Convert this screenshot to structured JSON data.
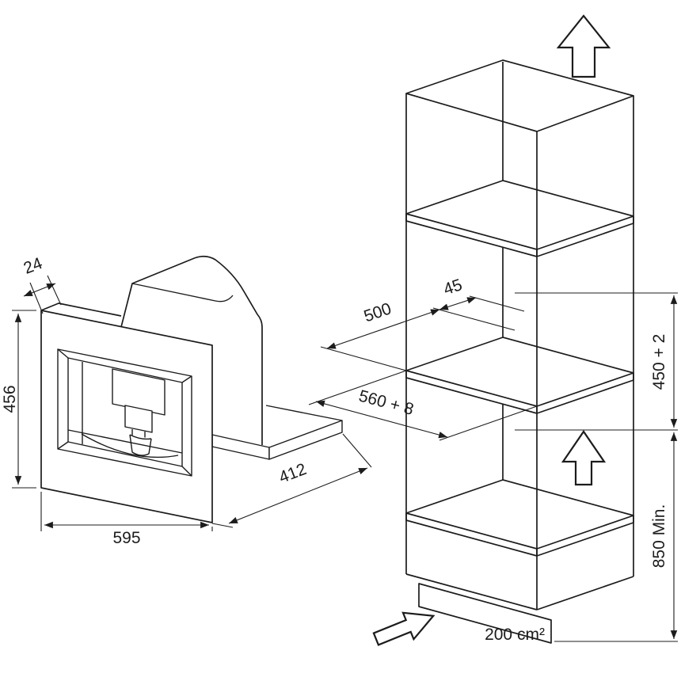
{
  "dims": {
    "frame_depth": "24",
    "front_height": "456",
    "front_width": "595",
    "total_depth": "412",
    "niche_depth": "500",
    "rear_gap": "45",
    "niche_width": "560 + 8",
    "niche_height": "450 + 2",
    "cabinet_min_height": "850 Min.",
    "vent_area": "200 cm²"
  },
  "icons": {
    "airflow_up_top": "block-arrow-up",
    "airflow_up_middle": "block-arrow-up",
    "airflow_intake": "block-arrow-diagonal-up-right"
  },
  "colors": {
    "line": "#1c1c1c",
    "background": "#ffffff"
  }
}
